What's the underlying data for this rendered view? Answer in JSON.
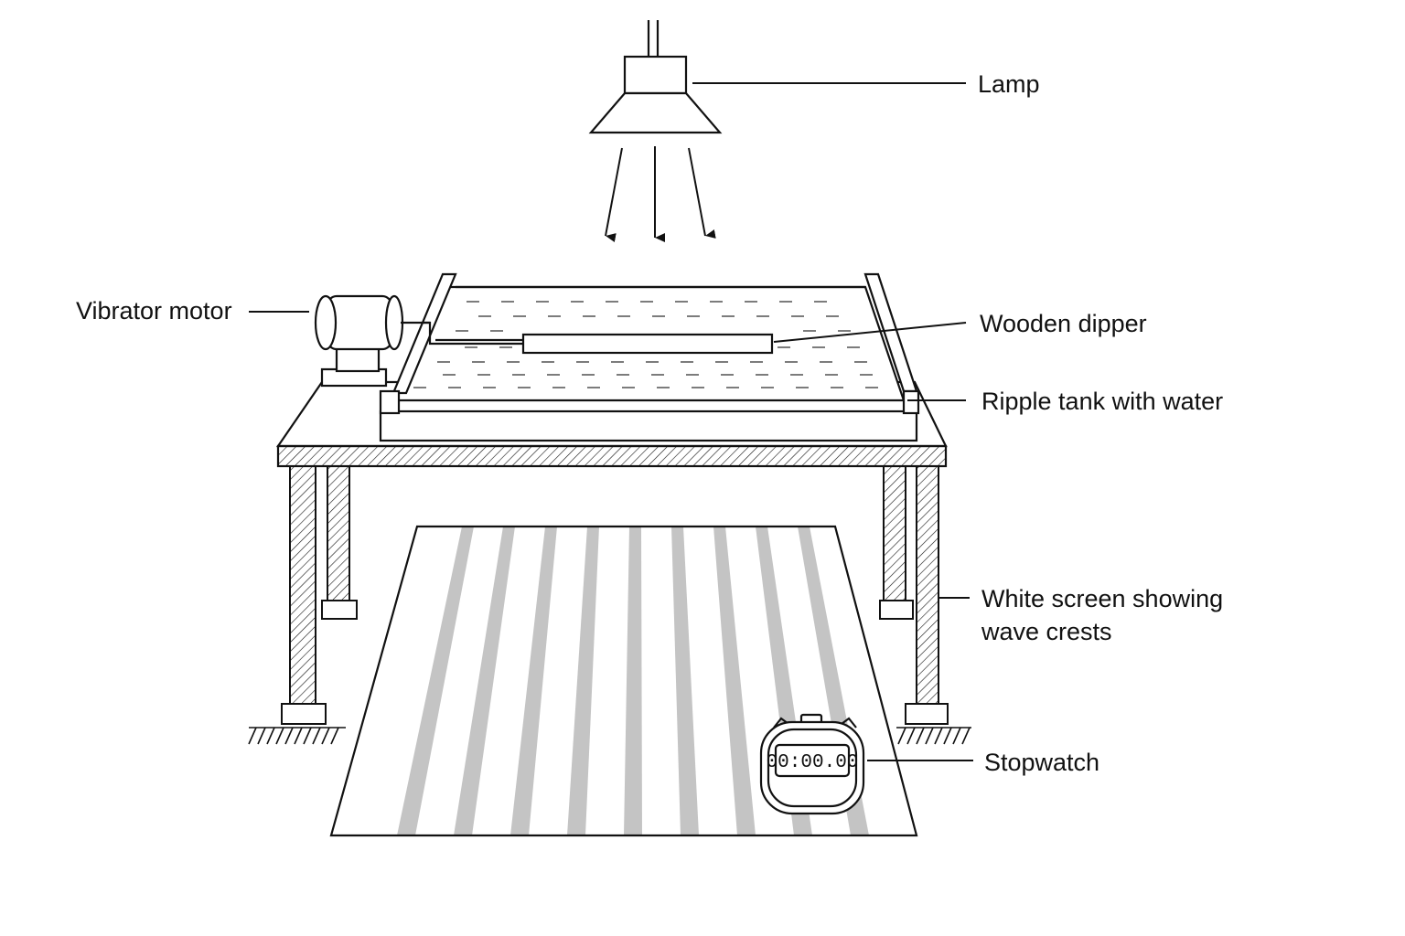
{
  "labels": {
    "lamp": "Lamp",
    "vibrator_motor": "Vibrator motor",
    "wooden_dipper": "Wooden dipper",
    "ripple_tank": "Ripple tank with water",
    "screen_line1": "White screen showing",
    "screen_line2": "wave crests",
    "stopwatch": "Stopwatch"
  },
  "stopwatch_display": "00:00.00",
  "colors": {
    "line": "#111111",
    "crest_stripe": "#c4c4c4",
    "background": "#ffffff"
  }
}
